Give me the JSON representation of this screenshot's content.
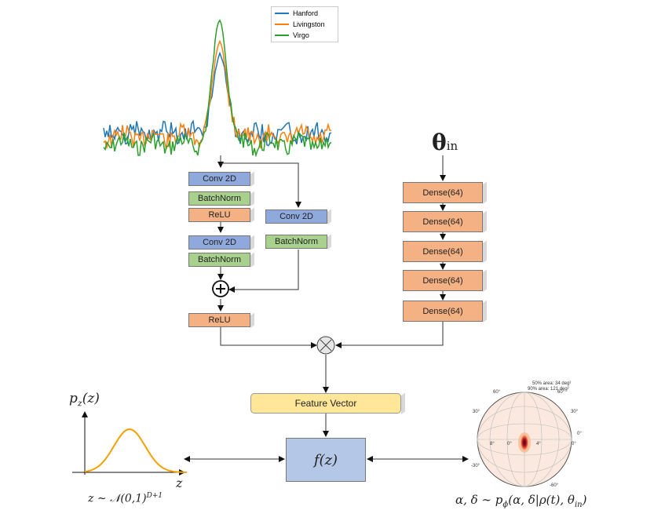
{
  "legend": {
    "items": [
      {
        "label": "Hanford",
        "color": "#1f77b4"
      },
      {
        "label": "Livingston",
        "color": "#ff7f0e"
      },
      {
        "label": "Virgo",
        "color": "#2ca02c"
      }
    ]
  },
  "resnet": {
    "conv1": "Conv 2D",
    "bn1": "BatchNorm",
    "relu1": "ReLU",
    "conv2": "Conv 2D",
    "bn2": "BatchNorm",
    "skip_conv": "Conv 2D",
    "skip_bn": "BatchNorm",
    "relu_out": "ReLU"
  },
  "theta_branch": {
    "input_label": "θ",
    "input_sub": "in",
    "dense_layers": [
      "Dense(64)",
      "Dense(64)",
      "Dense(64)",
      "Dense(64)",
      "Dense(64)"
    ]
  },
  "feature_vector": "Feature Vector",
  "flow": {
    "fz_label": "f(z)"
  },
  "prior": {
    "y_label": "p",
    "y_sub": "z",
    "y_arg": "(z)",
    "x_label": "z",
    "caption": "z ∼ 𝒩(0,1)",
    "caption_sup": "D+1"
  },
  "posterior": {
    "caption": "α, δ ∼ p",
    "caption_sub": "ϕ",
    "caption_rest": "(α, δ|ρ(t), θ",
    "caption_sub2": "in",
    "caption_end": ")",
    "area50": "50% area: 34 deg²",
    "area90": "90% area: 121 deg²",
    "tick_labels": [
      "60°",
      "30°",
      "0°",
      "-30°",
      "-60°",
      "30°",
      "60°",
      "0°",
      "8°",
      "4°",
      "0°"
    ]
  },
  "colors": {
    "hanford": "#1f77b4",
    "livingston": "#ff7f0e",
    "virgo": "#2ca02c",
    "prior_curve": "#f5a000"
  }
}
